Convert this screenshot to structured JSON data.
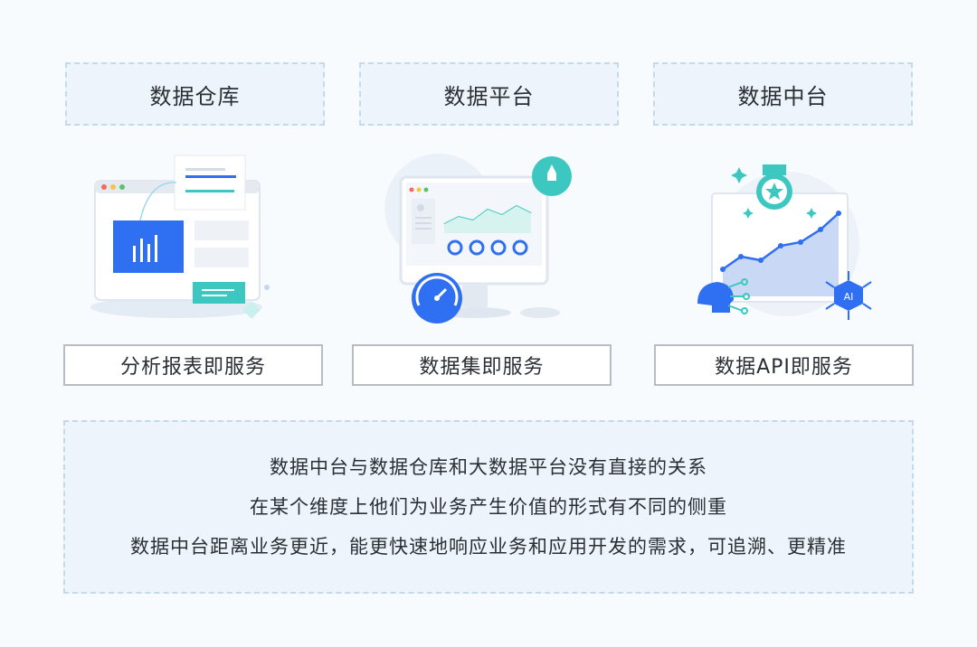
{
  "columns": [
    {
      "title": "数据仓库",
      "label": "分析报表即服务",
      "illustration": "report-dashboard-icon"
    },
    {
      "title": "数据平台",
      "label": "数据集即服务",
      "illustration": "monitor-platform-icon"
    },
    {
      "title": "数据中台",
      "label": "数据API即服务",
      "illustration": "ai-api-chart-icon"
    }
  ],
  "summary": {
    "lines": [
      "数据中台与数据仓库和大数据平台没有直接的关系",
      "在某个维度上他们为业务产生价值的形式有不同的侧重",
      "数据中台距离业务更近，能更快速地响应业务和应用开发的需求，可追溯、更精准"
    ]
  },
  "colors": {
    "accent_blue": "#2f6ff1",
    "accent_teal": "#3cc8c0",
    "box_fill": "#edf4fb",
    "box_border": "#c3d9ec"
  }
}
